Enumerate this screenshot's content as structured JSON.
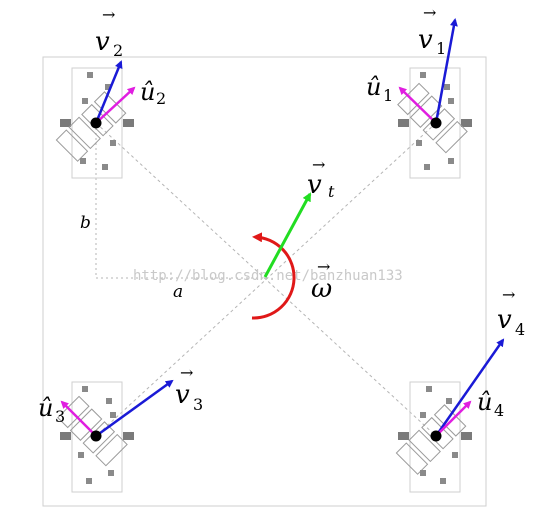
{
  "watermark": "http://blog.csdn.net/banzhuan133",
  "labels": {
    "a": "a",
    "b": "b",
    "vt": "v",
    "vt_sub": "t",
    "omega": "ω",
    "wheel1_v": "v",
    "wheel1_v_sub": "1",
    "wheel1_u": "û",
    "wheel1_u_sub": "1",
    "wheel2_v": "v",
    "wheel2_v_sub": "2",
    "wheel2_u": "û",
    "wheel2_u_sub": "2",
    "wheel3_v": "v",
    "wheel3_v_sub": "3",
    "wheel3_u": "û",
    "wheel3_u_sub": "3",
    "wheel4_v": "v",
    "wheel4_v_sub": "4",
    "wheel4_u": "û",
    "wheel4_u_sub": "4"
  },
  "colors": {
    "velocity": "#1a1ad6",
    "roller_axis": "#e01ee0",
    "body_velocity": "#22dd22",
    "rotation": "#e01818",
    "frame": "#bdbdbd",
    "dashed": "#b0b0b0",
    "roller": "#7a7a7a"
  }
}
